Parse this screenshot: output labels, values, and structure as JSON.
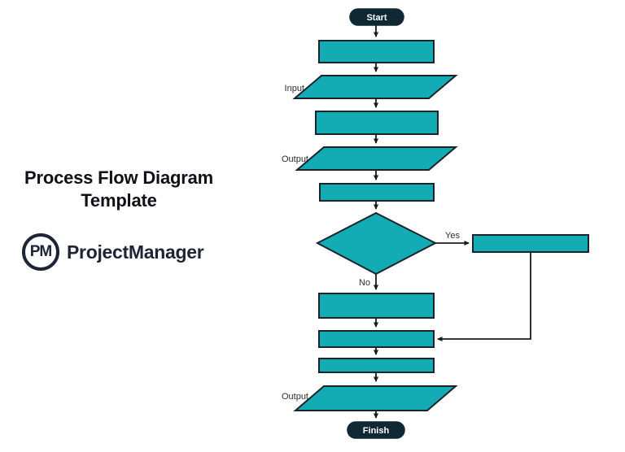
{
  "branding": {
    "title_line1": "Process Flow Diagram",
    "title_line2": "Template",
    "logo_monogram": "PM",
    "logo_name": "ProjectManager"
  },
  "colors": {
    "shape-fill": "#13ACB4",
    "shape-stroke": "#1A222C",
    "terminal-fill": "#0F2834",
    "terminal-text": "#FFFFFF",
    "connector": "#1A1A1A",
    "flow-label": "#2E2E2E",
    "title-text": "#101016",
    "brand-navy": "#1D2535"
  },
  "flowchart": {
    "labels": {
      "start": "Start",
      "finish": "Finish",
      "input1": "Input",
      "output1": "Output",
      "output2": "Output",
      "yes": "Yes",
      "no": "No"
    },
    "nodes": [
      {
        "type": "terminator",
        "label": "Start"
      },
      {
        "type": "process",
        "label": ""
      },
      {
        "type": "input-output",
        "side_label": "Input"
      },
      {
        "type": "process",
        "label": ""
      },
      {
        "type": "input-output",
        "side_label": "Output"
      },
      {
        "type": "process",
        "label": ""
      },
      {
        "type": "decision",
        "label": "",
        "branches": [
          "Yes",
          "No"
        ]
      },
      {
        "type": "process",
        "label": "",
        "branch": "Yes"
      },
      {
        "type": "process",
        "label": "",
        "branch": "No"
      },
      {
        "type": "process",
        "label": ""
      },
      {
        "type": "process",
        "label": ""
      },
      {
        "type": "input-output",
        "side_label": "Output"
      },
      {
        "type": "terminator",
        "label": "Finish"
      }
    ]
  }
}
